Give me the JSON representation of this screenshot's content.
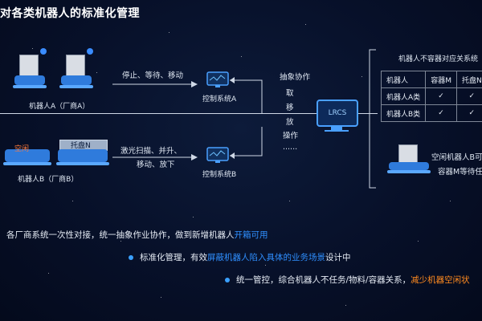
{
  "title": "对各类机器人的标准化管理",
  "robot_a": {
    "label": "机器人A（厂商A）"
  },
  "robot_b": {
    "label": "机器人B（厂商B）",
    "status": "空闲",
    "pallet": "托盘N"
  },
  "flow_a": {
    "label": "停止、等待、移动"
  },
  "flow_b": {
    "line1": "激光扫描、并升、",
    "line2": "移动、放下"
  },
  "control_a": {
    "label": "控制系统A"
  },
  "control_b": {
    "label": "控制系统B"
  },
  "abstract": {
    "heading": "抽象协作",
    "items": [
      "取",
      "移",
      "放",
      "操作",
      "......"
    ]
  },
  "lrcs": {
    "label": "LRCS"
  },
  "table": {
    "caption": "机器人不容器对应关系统",
    "headers": [
      "机器人",
      "容器M",
      "托盘N"
    ],
    "rows": [
      {
        "name": "机器人A类",
        "c1": "✓",
        "c2": "✓"
      },
      {
        "name": "机器人B类",
        "c1": "✓",
        "c2": "✓"
      }
    ]
  },
  "idle_note": {
    "line1": "空闲机器人B可",
    "line2": "容器M等待任"
  },
  "bullets": {
    "b1": {
      "text": "各厂商系统一次性对接，统一抽象作业协作，做到新增机器人",
      "hl": "开箱可用"
    },
    "b2": {
      "pre": "标准化管理，有效",
      "hl": "屏蔽机器人陷入具体的业务场景",
      "post": "设计中"
    },
    "b3": {
      "pre": "统一管控，综合机器人不任务/物料/容器关系，",
      "hl": "减少机器空闲状"
    }
  },
  "colors": {
    "accent_blue": "#2f8fff",
    "accent_orange": "#ff8a1f",
    "robot_blue": "#2f7bdc"
  },
  "icons": [
    "monitor-icon",
    "robot-icon",
    "warning-light-icon",
    "check-icon"
  ]
}
